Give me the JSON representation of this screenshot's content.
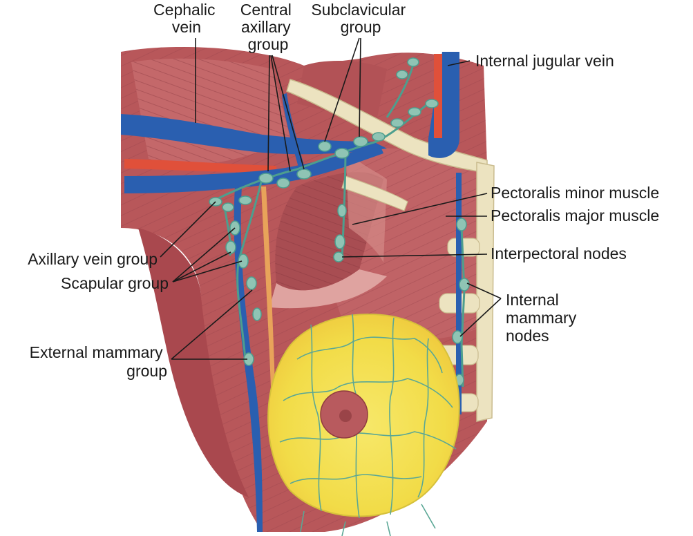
{
  "labels": {
    "cephalic_vein": [
      "Cephalic",
      "vein"
    ],
    "central_axillary_group": [
      "Central",
      "axillary",
      "group"
    ],
    "subclavicular_group": [
      "Subclavicular",
      "group"
    ],
    "internal_jugular_vein": [
      "Internal jugular vein"
    ],
    "pectoralis_minor_muscle": [
      "Pectoralis minor muscle"
    ],
    "pectoralis_major_muscle": [
      "Pectoralis major muscle"
    ],
    "interpectoral_nodes": [
      "Interpectoral nodes"
    ],
    "internal_mammary_nodes": [
      "Internal",
      "mammary",
      "nodes"
    ],
    "axillary_vein_group": [
      "Axillary vein group"
    ],
    "scapular_group": [
      "Scapular group"
    ],
    "external_mammary_group": [
      "External mammary",
      "group"
    ]
  },
  "colors": {
    "muscle": "#b8575a",
    "muscle_dark": "#8f3b40",
    "muscle_light": "#cf7b7c",
    "vein": "#2a5fb0",
    "artery": "#e0503a",
    "bone": "#ece3c0",
    "node": "#8fc4b4",
    "lymph": "#4d9e8e",
    "breast": "#f2e34a",
    "breast_orange": "#f0c640",
    "areola": "#b85a5e"
  }
}
